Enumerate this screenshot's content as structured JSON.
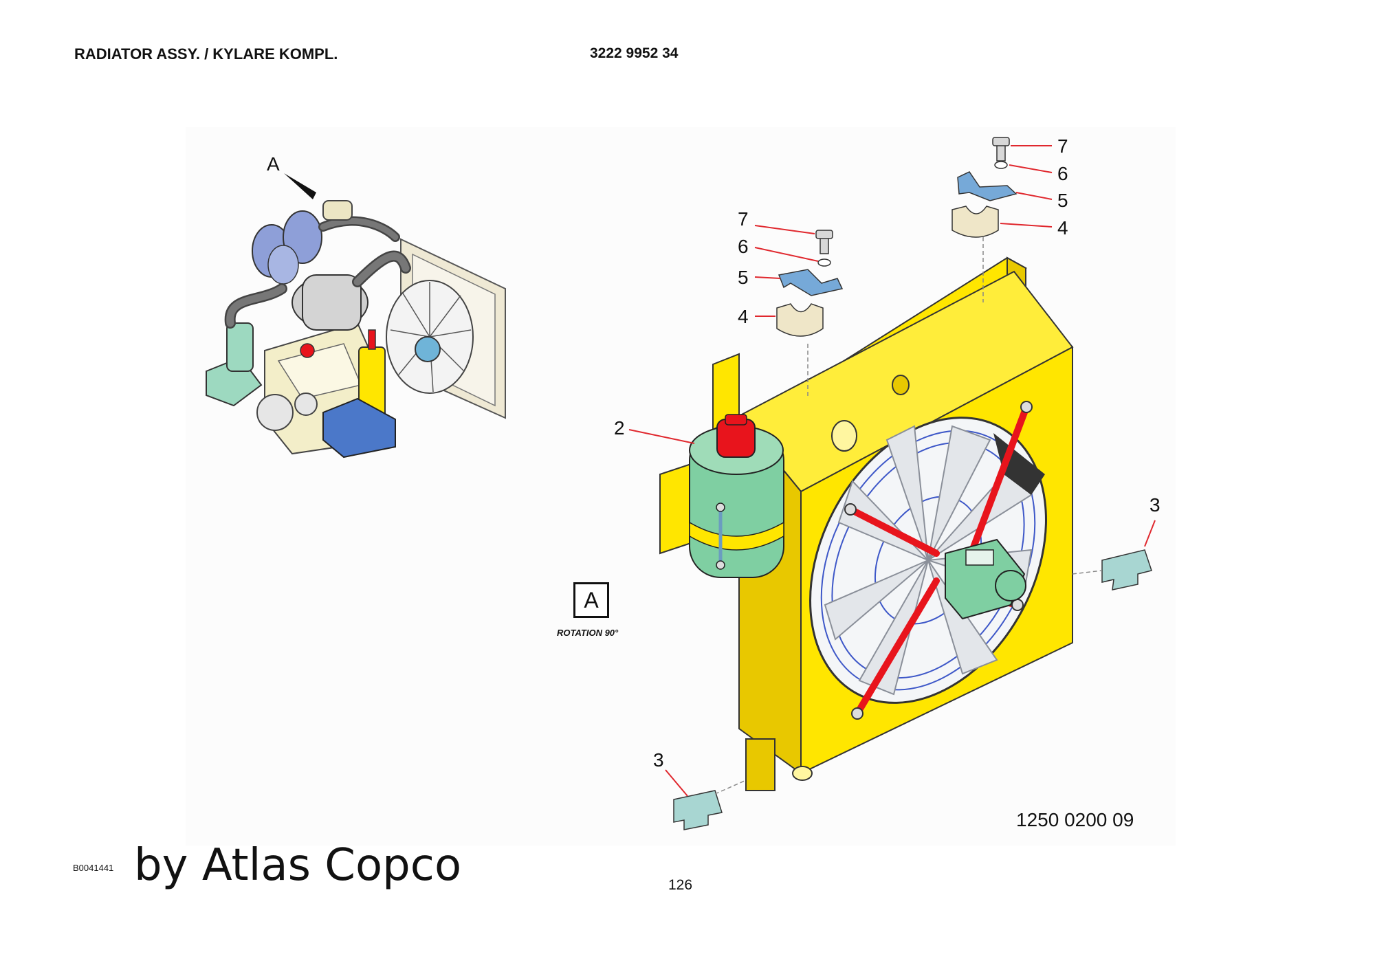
{
  "header": {
    "title": "RADIATOR ASSY. / KYLARE KOMPL.",
    "part_number": "3222 9952 34"
  },
  "overview": {
    "view_marker": "A"
  },
  "view": {
    "box_label": "A",
    "rotation_text": "ROTATION 90°"
  },
  "callouts": {
    "c7_left": "7",
    "c6_left": "6",
    "c5_left": "5",
    "c4_left": "4",
    "c7_right": "7",
    "c6_right": "6",
    "c5_right": "5",
    "c4_right": "4",
    "c2": "2",
    "c3_right": "3",
    "c3_bottom": "3"
  },
  "footer": {
    "drawing_number": "1250 0200 09",
    "image_code": "B0041441",
    "credit": "by Atlas Copco",
    "page_number": "126"
  },
  "colors": {
    "radiator": "#ffe600",
    "tank": "#7fcfa2",
    "cap": "#e8141c",
    "bracket": "#76a9d8",
    "pad": "#efe6c8",
    "leader": "#e0282e"
  }
}
